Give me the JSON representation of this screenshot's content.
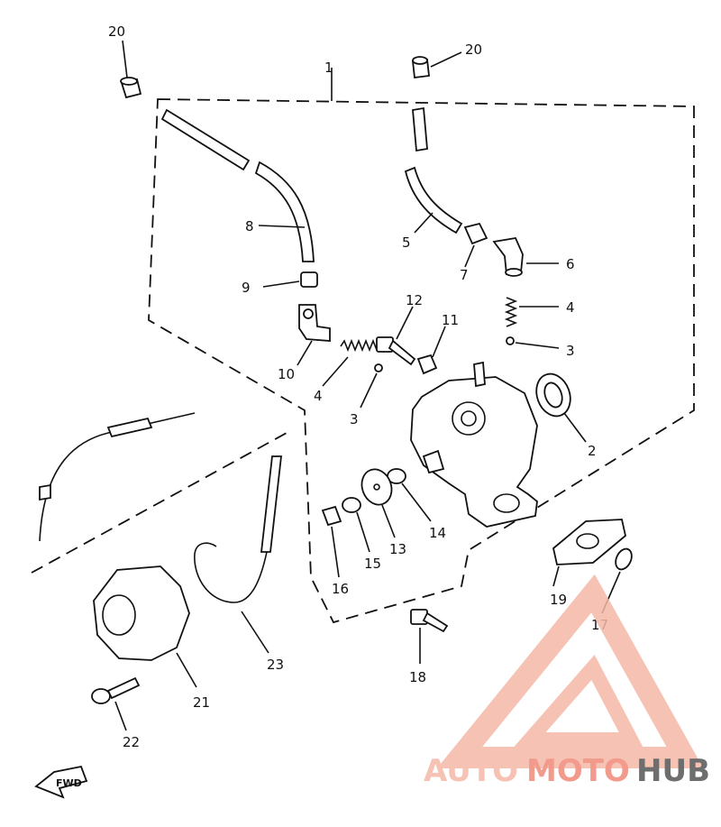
{
  "callouts": [
    "1",
    "2",
    "3",
    "4",
    "5",
    "6",
    "7",
    "8",
    "9",
    "10",
    "11",
    "12",
    "13",
    "14",
    "15",
    "16",
    "17",
    "18",
    "19",
    "20",
    "21",
    "22",
    "23"
  ],
  "repeat_callouts": {
    "three_b": "3",
    "four_b": "4",
    "twenty_b": "20"
  },
  "front_marker": "FWD",
  "watermark": {
    "part1": "AUTO",
    "part2": "MOTO",
    "part3": "HUB",
    "color_light": "#f4b8a8",
    "color_accent": "#f08a78",
    "color_dark": "#555555"
  }
}
